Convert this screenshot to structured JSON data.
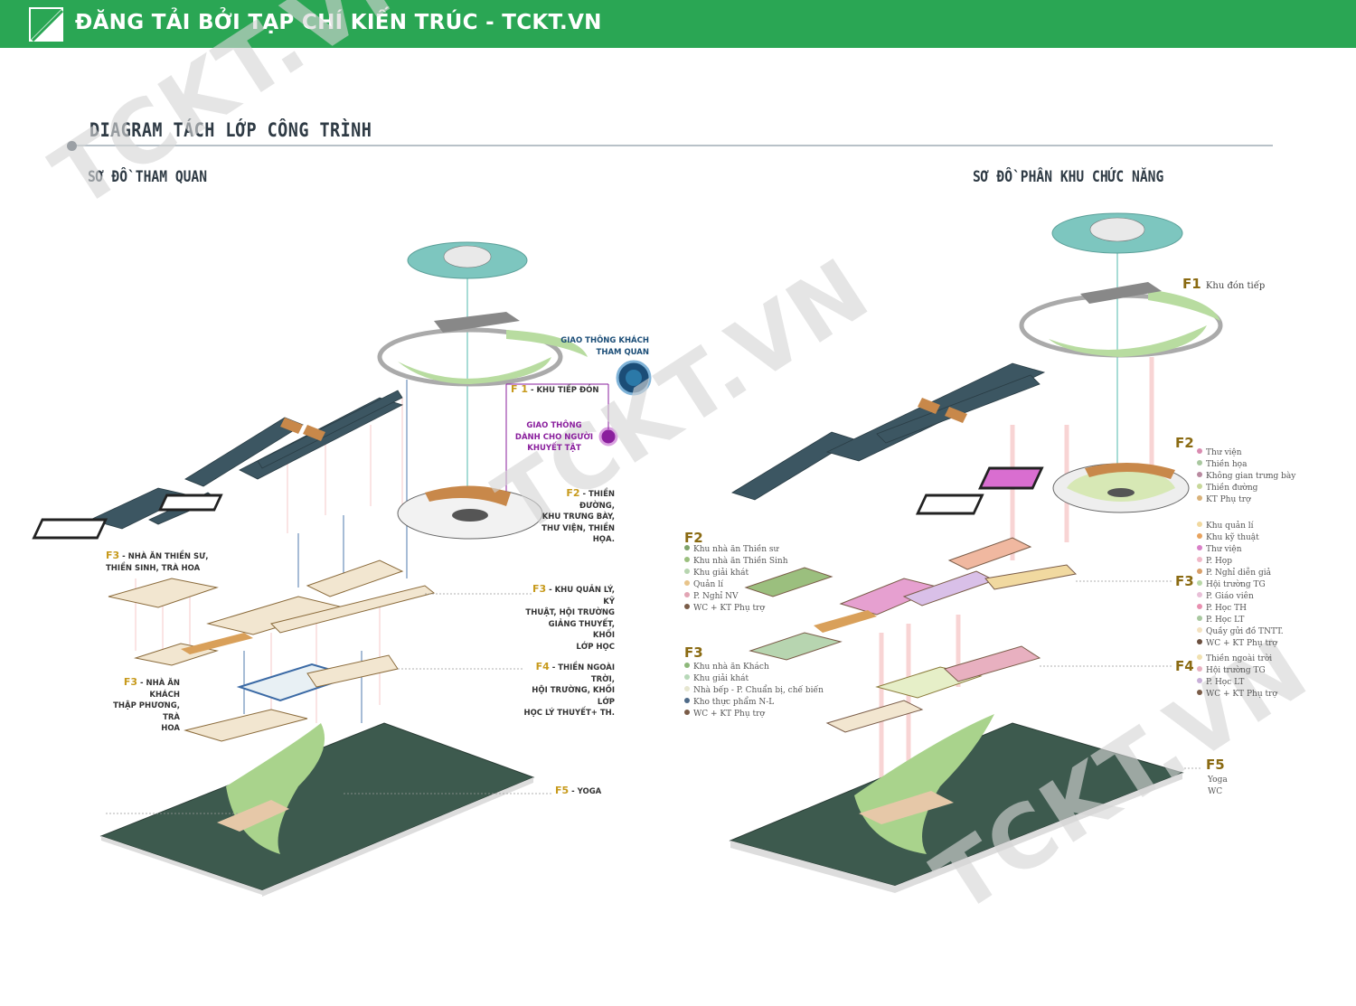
{
  "header": {
    "title": "ĐĂNG TẢI BỞI TẠP CHÍ KIẾN TRÚC - TCKT.VN",
    "bg": "#2aa654"
  },
  "section_title": "DIAGRAM TÁCH LỚP CÔNG TRÌNH",
  "left": {
    "subtitle": "SƠ ĐỒ THAM QUAN",
    "labels": {
      "visitor_circ": [
        "GIAO THÔNG KHÁCH",
        "THAM QUAN"
      ],
      "f1": {
        "code": "F 1",
        "text": "- KHU TIẾP ĐÓN"
      },
      "disabled_circ": [
        "GIAO THÔNG",
        "DÀNH CHO NGƯỜI",
        "KHUYẾT TẬT"
      ],
      "f2": {
        "code": "F2",
        "lines": [
          "- THIỀN ĐƯỜNG,",
          "KHU TRƯNG BÀY,",
          "THƯ VIỆN, THIỀN",
          "HỌA."
        ]
      },
      "f3_left_top": {
        "code": "F3",
        "lines": [
          "- NHÀ ĂN THIỀN SƯ,",
          "THIỀN SINH, TRÀ HOA"
        ]
      },
      "f3_right": {
        "code": "F3",
        "lines": [
          "- KHU QUẢN LÝ, KỸ",
          "THUẬT, HỘI TRƯỜNG",
          "GIẢNG THUYẾT, KHỐI",
          "LỚP HỌC"
        ]
      },
      "f3_left_bottom": {
        "code": "F3",
        "lines": [
          "- NHÀ ĂN KHÁCH",
          "THẬP PHƯƠNG, TRÀ",
          "HOA"
        ]
      },
      "f4": {
        "code": "F4",
        "lines": [
          "- THIỀN NGOÀI TRỜI,",
          "HỘI TRƯỜNG, KHỐI LỚP",
          "HỌC LÝ THUYẾT+ TH."
        ]
      },
      "f5": {
        "code": "F5",
        "text": "- YOGA"
      }
    }
  },
  "right": {
    "subtitle": "SƠ ĐỒ PHÂN KHU CHỨC NĂNG",
    "f1": {
      "code": "F1",
      "text": "Khu đón tiếp"
    },
    "f2_right": {
      "code": "F2",
      "items": [
        {
          "t": "Thư viện",
          "c": "#d98bb0"
        },
        {
          "t": "Thiền họa",
          "c": "#a9c8a0"
        },
        {
          "t": "Không gian trưng bày",
          "c": "#b88aa0"
        },
        {
          "t": "Thiền đường",
          "c": "#c8d89a"
        },
        {
          "t": "KT Phụ trợ",
          "c": "#d9b27a"
        }
      ]
    },
    "f2_left": {
      "code": "F2",
      "items": [
        {
          "t": "Khu nhà ăn Thiền sư",
          "c": "#7ea36b"
        },
        {
          "t": "Khu nhà ăn Thiền Sinh",
          "c": "#9bbf7e"
        },
        {
          "t": "Khu giải khát",
          "c": "#b7d5b0"
        },
        {
          "t": "Quản lí",
          "c": "#e8c48a"
        },
        {
          "t": "P. Nghỉ NV",
          "c": "#e2a5b4"
        },
        {
          "t": "WC + KT Phụ trợ",
          "c": "#7a5c48"
        }
      ]
    },
    "f3_right": {
      "code": "F3",
      "items": [
        {
          "t": "Khu quản lí",
          "c": "#f1d9a0"
        },
        {
          "t": "Khu kỹ thuật",
          "c": "#e8a35e"
        },
        {
          "t": "Thư viện",
          "c": "#d980c8"
        },
        {
          "t": "P. Họp",
          "c": "#f0b8c8"
        },
        {
          "t": "P. Nghỉ diễn giả",
          "c": "#d9a06a"
        },
        {
          "t": "Hội trường TG",
          "c": "#b9d8a8"
        },
        {
          "t": "P. Giáo viên",
          "c": "#e8c0d8"
        },
        {
          "t": "P. Học TH",
          "c": "#e890b0"
        },
        {
          "t": "P. Học LT",
          "c": "#a8c8a0"
        },
        {
          "t": "Quầy gửi đồ TNTT.",
          "c": "#f3e1c0"
        },
        {
          "t": "WC + KT Phụ trợ",
          "c": "#6b4f3e"
        }
      ]
    },
    "f3_left": {
      "code": "F3",
      "items": [
        {
          "t": "Khu nhà ăn Khách",
          "c": "#8db87a"
        },
        {
          "t": "Khu giải khát",
          "c": "#b7d8b8"
        },
        {
          "t": "Nhà bếp - P. Chuẩn bị, chế biến",
          "c": "#e6e6d0"
        },
        {
          "t": "Kho thực phẩm N-L",
          "c": "#4e6a88"
        },
        {
          "t": "WC + KT Phụ trợ",
          "c": "#7a5c48"
        }
      ]
    },
    "f4": {
      "code": "F4",
      "items": [
        {
          "t": "Thiền ngoài trời",
          "c": "#f1e1b0"
        },
        {
          "t": "Hội trường TG",
          "c": "#e8b0c0"
        },
        {
          "t": "P. Học LT",
          "c": "#c8b0d8"
        },
        {
          "t": "WC + KT Phụ trợ",
          "c": "#7a5c48"
        }
      ]
    },
    "f5": {
      "code": "F5",
      "items": [
        "Yoga",
        "WC"
      ]
    }
  },
  "watermarks": [
    "TCKT.VN",
    "TCKT.VN",
    "TCKT.VN"
  ],
  "colors": {
    "roof": "#3c5662",
    "ring": "#b8dca0",
    "top_disk": "#7dc6bf",
    "base": "#3d5a4e",
    "land": "#a9d38c",
    "nav": "#1b4d77",
    "purple": "#8a1f9d",
    "accent": "#c79a1c"
  }
}
